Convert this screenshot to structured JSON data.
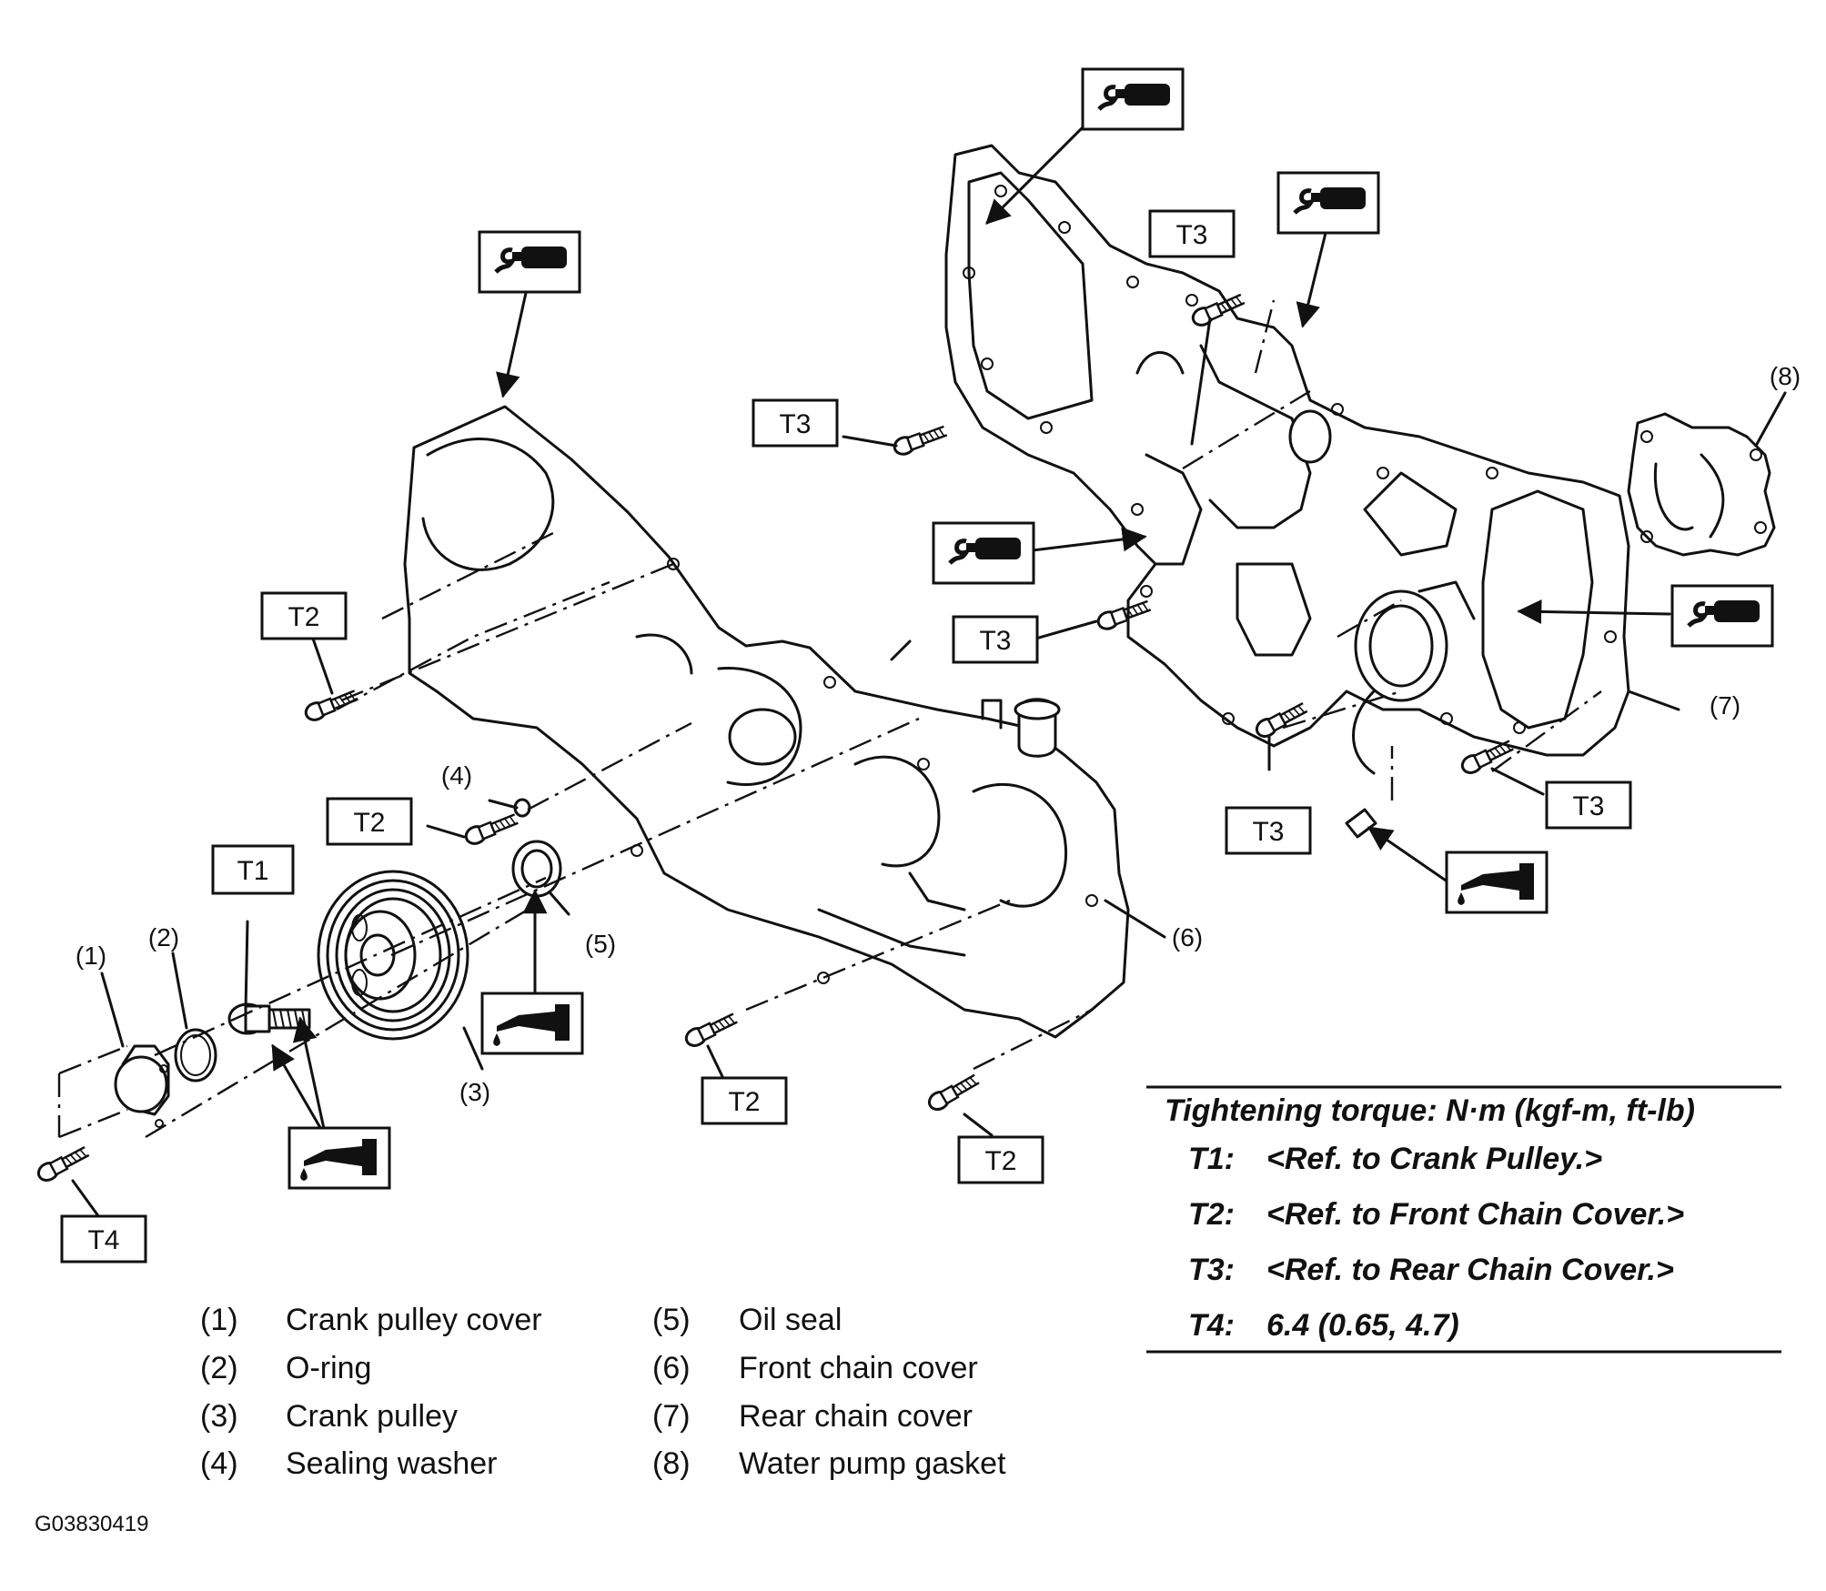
{
  "callouts": {
    "c1": "(1)",
    "c2": "(2)",
    "c3": "(3)",
    "c4": "(4)",
    "c5": "(5)",
    "c6": "(6)",
    "c7": "(7)",
    "c8": "(8)"
  },
  "torque_boxes": {
    "t1": "T1",
    "t2": "T2",
    "t3": "T3",
    "t4": "T4"
  },
  "legend": {
    "left": [
      {
        "num": "(1)",
        "label": "Crank pulley cover"
      },
      {
        "num": "(2)",
        "label": "O-ring"
      },
      {
        "num": "(3)",
        "label": "Crank pulley"
      },
      {
        "num": "(4)",
        "label": "Sealing washer"
      }
    ],
    "right": [
      {
        "num": "(5)",
        "label": "Oil seal"
      },
      {
        "num": "(6)",
        "label": "Front chain cover"
      },
      {
        "num": "(7)",
        "label": "Rear chain cover"
      },
      {
        "num": "(8)",
        "label": "Water pump gasket"
      }
    ]
  },
  "torque_table": {
    "title": "Tightening torque: N·m (kgf-m, ft-lb)",
    "rows": [
      {
        "key": "T1:",
        "value": "<Ref. to Crank Pulley.>"
      },
      {
        "key": "T2:",
        "value": "<Ref. to Front Chain Cover.>"
      },
      {
        "key": "T3:",
        "value": "<Ref. to Rear Chain Cover.>"
      },
      {
        "key": "T4:",
        "value": "6.4 (0.65, 4.7)"
      }
    ]
  },
  "figure_code": "G03830419",
  "symbols": {
    "sealant": "sealant-icon",
    "oil": "oil-icon"
  }
}
